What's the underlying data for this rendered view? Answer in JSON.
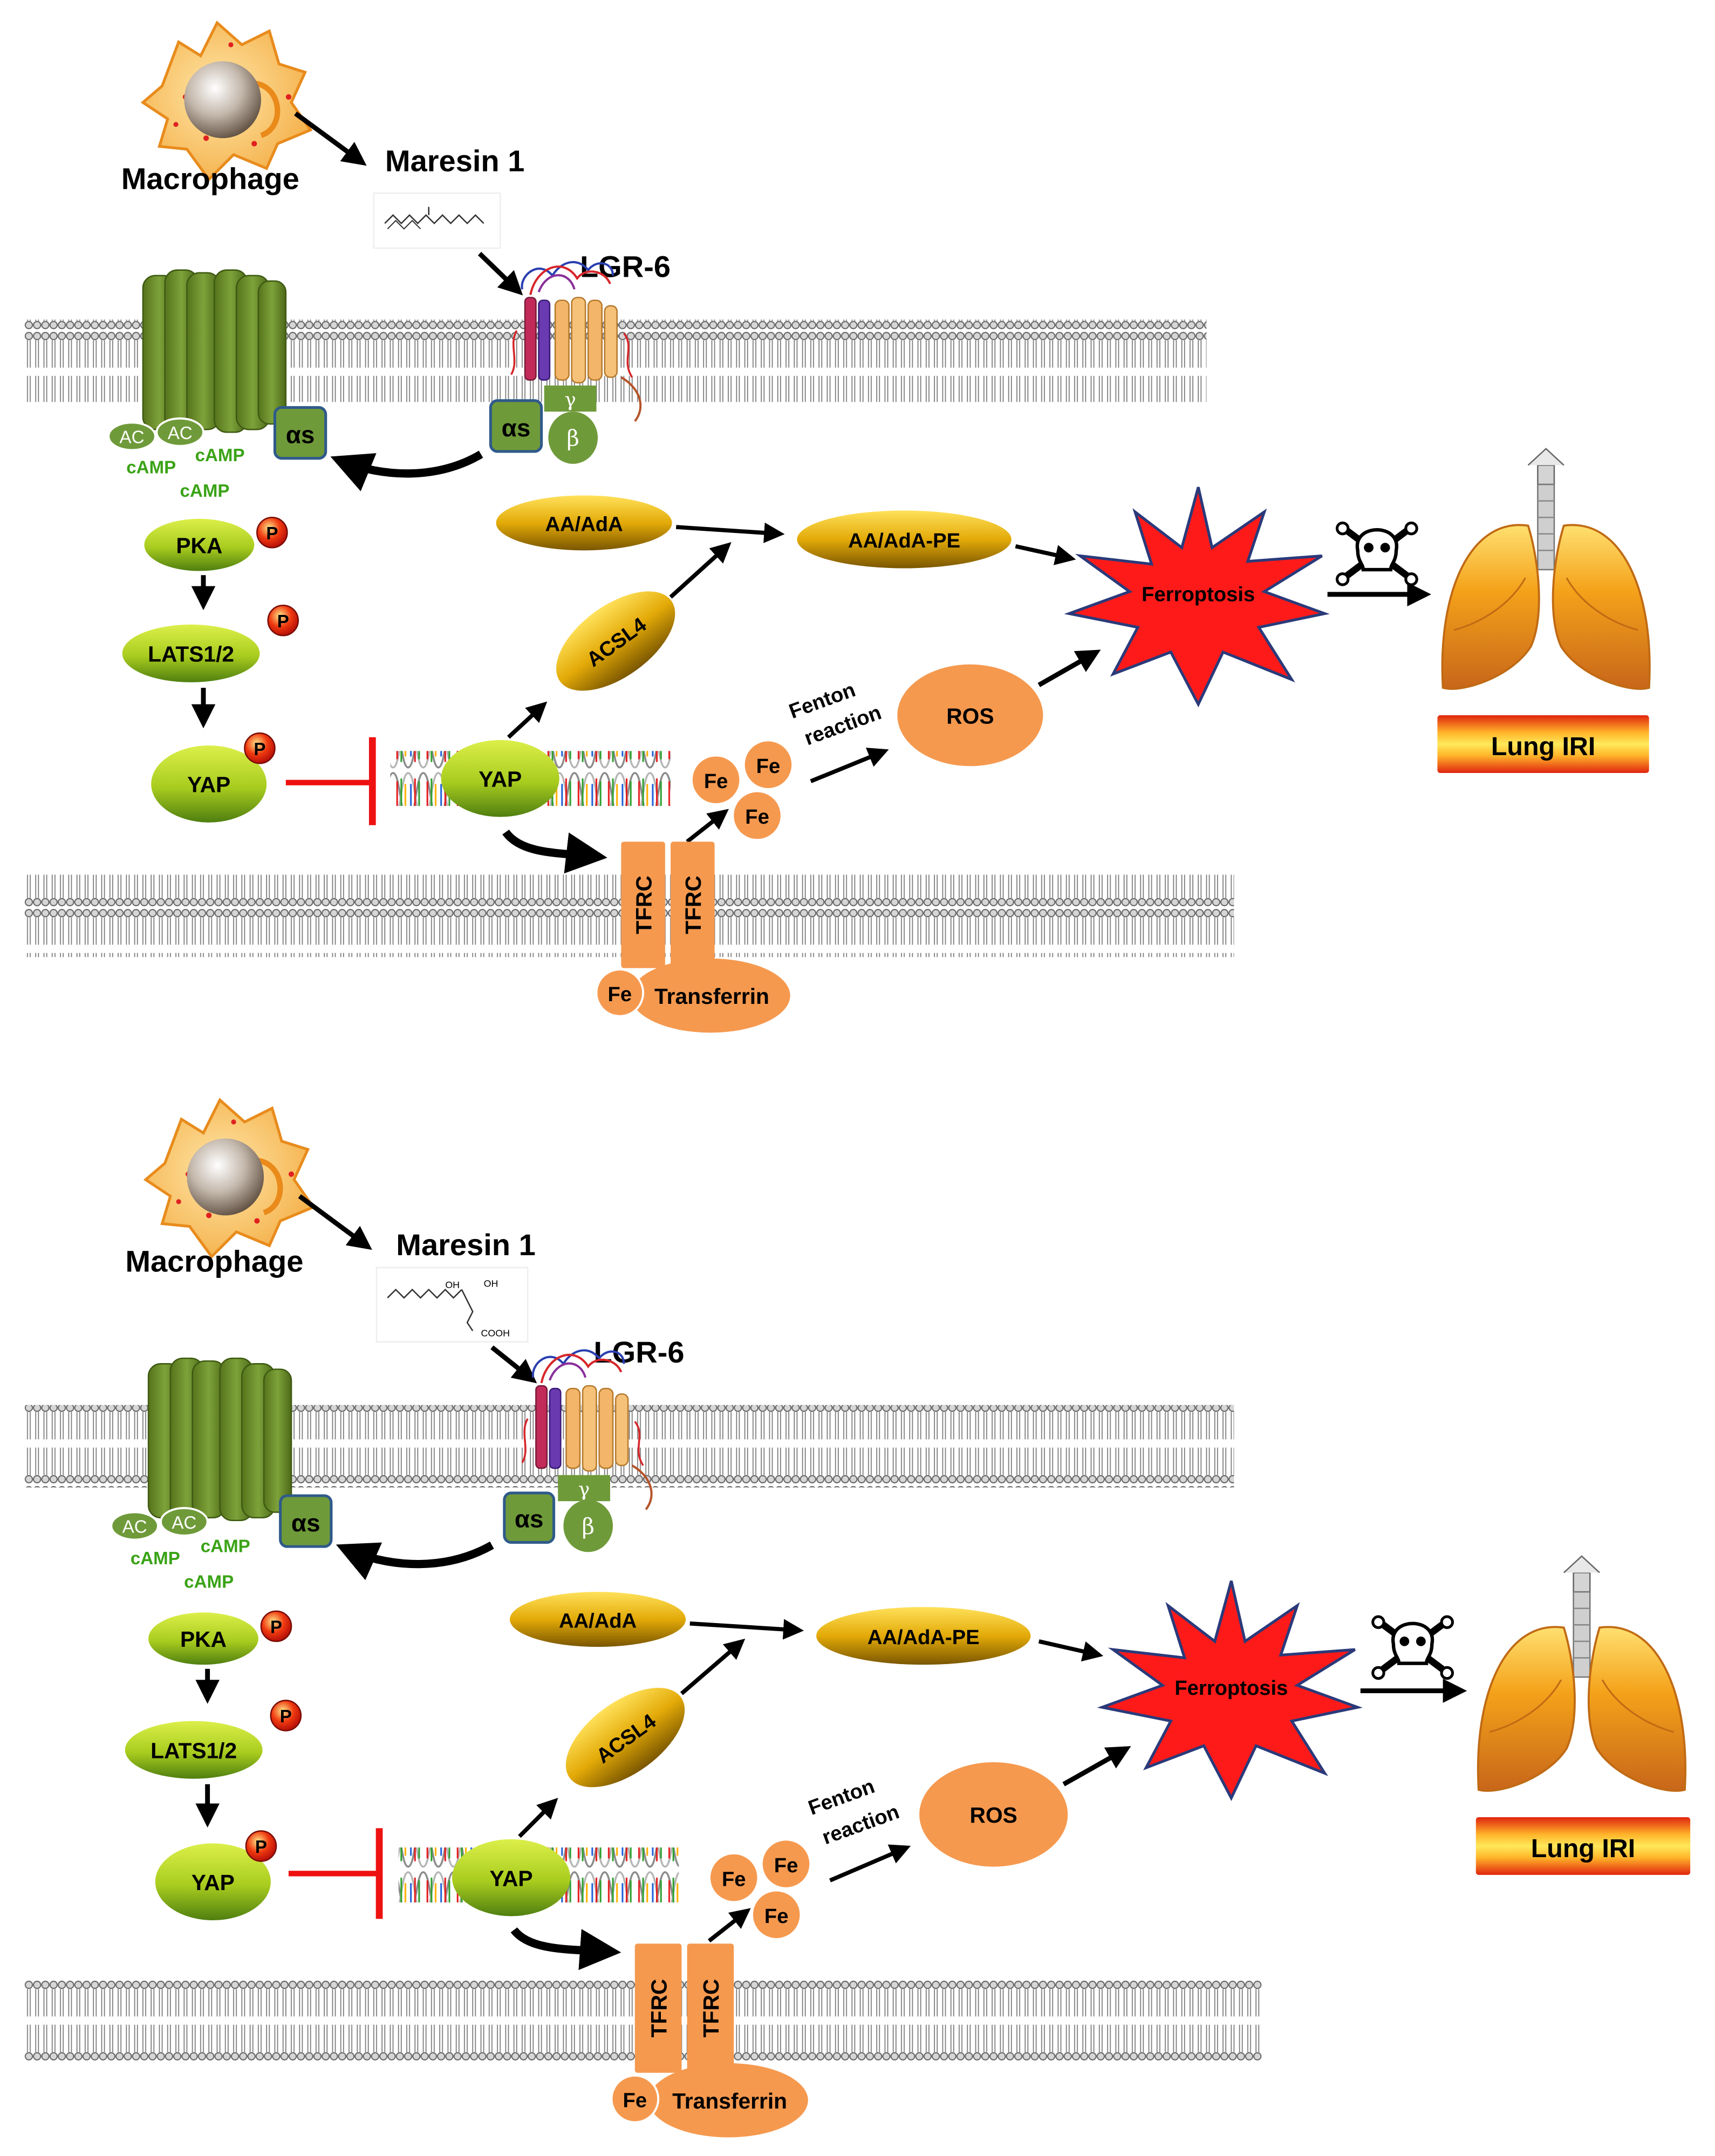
{
  "panels": [
    {
      "macrophage": "Macrophage",
      "maresin": "Maresin 1",
      "receptor": "LGR-6",
      "g_alpha": "αs",
      "g_beta": "β",
      "g_gamma": "γ",
      "ac": [
        "AC",
        "AC"
      ],
      "camp": [
        "cAMP",
        "cAMP",
        "cAMP"
      ],
      "pka": "PKA",
      "lats": "LATS1/2",
      "yap_p": "YAP",
      "phospho": "P",
      "yap": "YAP",
      "acsl4": "ACSL4",
      "aa": "AA/AdA",
      "aape": "AA/AdA-PE",
      "ferroptosis": "Ferroptosis",
      "fenton": [
        "Fenton",
        "reaction"
      ],
      "ros": "ROS",
      "fe": "Fe",
      "tfrc": "TFRC",
      "transferrin": "Transferrin",
      "lung": "Lung IRI"
    },
    {
      "macrophage": "Macrophage",
      "maresin": "Maresin 1",
      "structure_labels": [
        "OH",
        "OH",
        "COOH"
      ],
      "receptor": "LGR-6",
      "g_alpha": "αs",
      "g_beta": "β",
      "g_gamma": "γ",
      "ac": [
        "AC",
        "AC"
      ],
      "camp": [
        "cAMP",
        "cAMP",
        "cAMP"
      ],
      "pka": "PKA",
      "lats": "LATS1/2",
      "yap_p": "YAP",
      "phospho": "P",
      "yap": "YAP",
      "acsl4": "ACSL4",
      "aa": "AA/AdA",
      "aape": "AA/AdA-PE",
      "ferroptosis": "Ferroptosis",
      "fenton": [
        "Fenton",
        "reaction"
      ],
      "ros": "ROS",
      "fe": "Fe",
      "tfrc": "TFRC",
      "transferrin": "Transferrin",
      "lung": "Lung IRI"
    }
  ],
  "colors": {
    "green_light": "#c6e03a",
    "green_dark": "#4a7a12",
    "gprotein": "#6f9a3a",
    "channel": "#6e8c2e",
    "orange": "#f5994f",
    "gold_light": "#ffd21f",
    "gold_dark": "#8a6400",
    "ferroptosis_red": "#ff1a1a",
    "inhibit_red": "#ee1111",
    "camp_green": "#3aa316"
  },
  "icons": [
    "macrophage-icon",
    "skull-crossbones-icon",
    "lung-icon",
    "dna-helix-icon",
    "membrane-icon"
  ]
}
